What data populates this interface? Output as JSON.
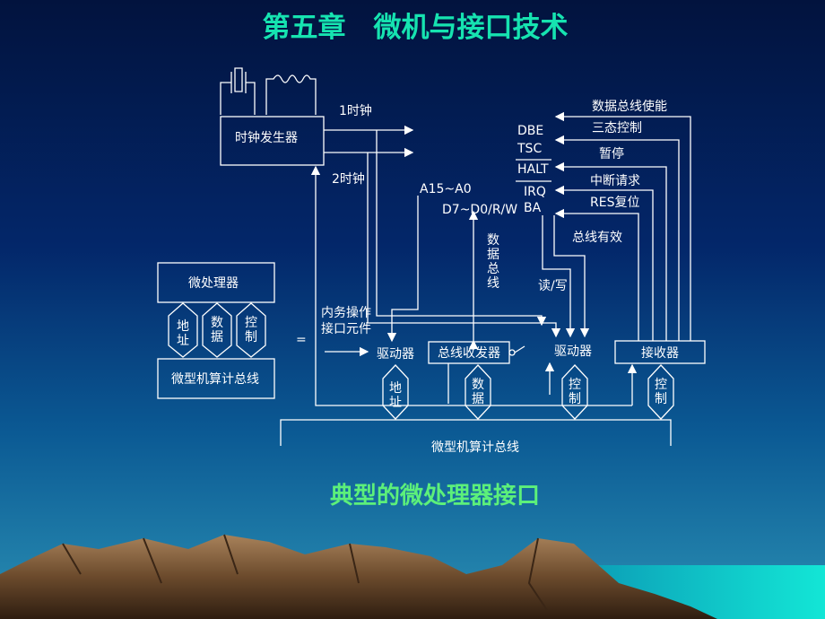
{
  "title": "第五章　微机与接口技术",
  "caption": "典型的微处理器接口",
  "clock": {
    "generator": "时钟发生器",
    "clk1": "1时钟",
    "clk2": "2时钟"
  },
  "signals": {
    "addr_bus": "A15~A0",
    "data_bus": "D7~D0/R/W",
    "dbe": "DBE",
    "tsc": "TSC",
    "halt": "HALT",
    "irq": "IRQ",
    "ba": "BA"
  },
  "control_labels": {
    "dbe_label": "数据总线使能",
    "tsc_label": "三态控制",
    "halt_label": "暂停",
    "irq_label": "中断请求",
    "res_label": "RES复位",
    "bus_valid": "总线有效",
    "rw": "读/写",
    "data_bus_vertical": [
      "数",
      "据",
      "总",
      "线"
    ]
  },
  "left_panel": {
    "cpu": "微处理器",
    "addr": [
      "地",
      "址"
    ],
    "data": [
      "数",
      "据"
    ],
    "ctrl": [
      "控",
      "制"
    ],
    "bus": "微型机算计总线",
    "equals": "="
  },
  "interface": {
    "internal_op": "内务操作",
    "iface_parts": "接口元件",
    "driver1": "驱动器",
    "transceiver": "总线收发器",
    "driver2": "驱动器",
    "receiver": "接收器"
  },
  "bus_bottom": {
    "addr": [
      "地",
      "址"
    ],
    "data": [
      "数",
      "据"
    ],
    "ctrl1": [
      "控",
      "制"
    ],
    "ctrl2": [
      "控",
      "制"
    ],
    "label": "微型机算计总线"
  }
}
